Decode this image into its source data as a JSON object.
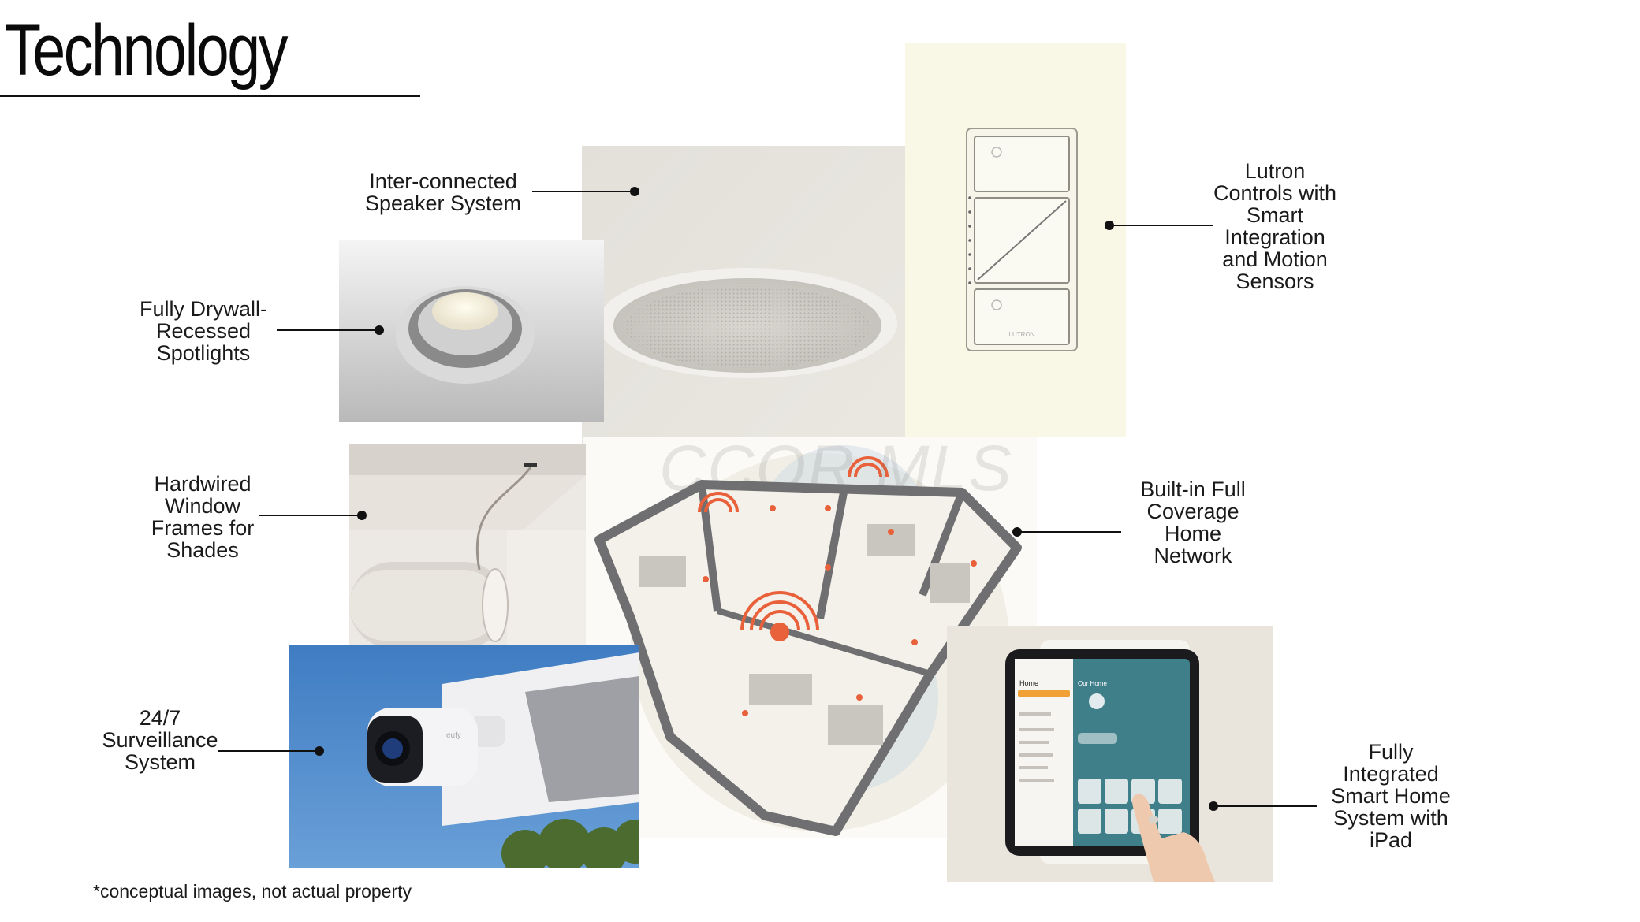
{
  "page": {
    "title": "Technology",
    "footnote": "*conceptual images, not actual property",
    "watermark": "CCOR MLS"
  },
  "features": [
    {
      "label": "Inter-connected\nSpeaker System"
    },
    {
      "label": "Fully Drywall-\nRecessed\nSpotlights"
    },
    {
      "label": "Hardwired\nWindow\nFrames for\nShades"
    },
    {
      "label": "24/7\nSurveillance\nSystem"
    },
    {
      "label": "Lutron\nControls with\nSmart\nIntegration\nand Motion\nSensors"
    },
    {
      "label": "Built-in Full\nCoverage\nHome\nNetwork"
    },
    {
      "label": "Fully\nIntegrated\nSmart Home\nSystem with\niPad"
    }
  ],
  "images": {
    "dimmer_brand": "LUTRON",
    "camera_brand": "eufy",
    "ipad": {
      "sidebar_title": "Home",
      "main_title": "Our Home"
    }
  },
  "colors": {
    "text": "#111111",
    "floorplan_signal": "#e8613a",
    "sky": "#4a86c8"
  }
}
